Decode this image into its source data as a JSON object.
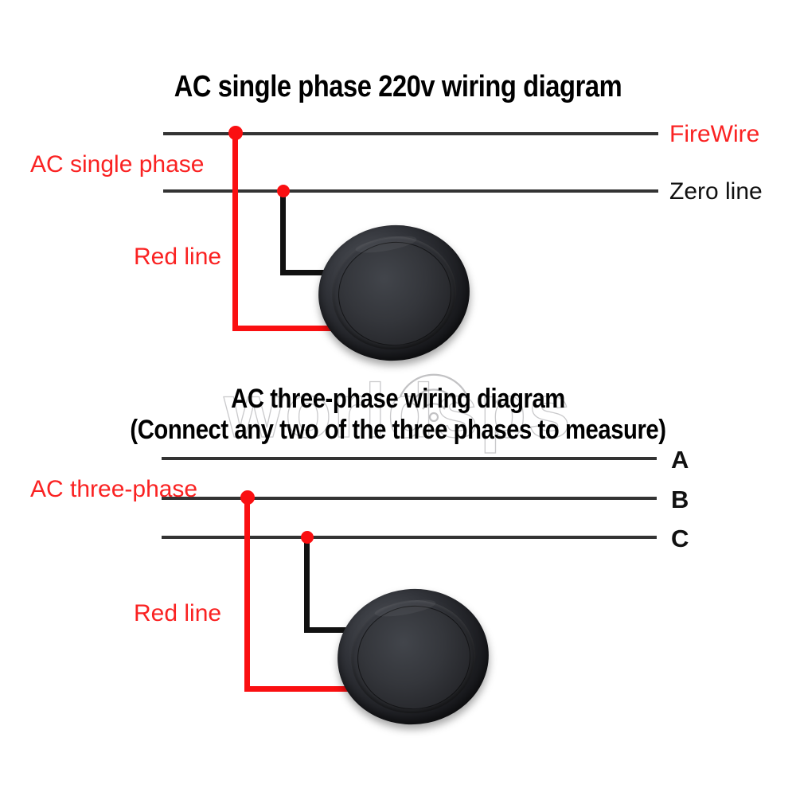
{
  "diagram": {
    "type": "wiring-diagram",
    "background": "#ffffff",
    "wire_red": "#fa0f11",
    "wire_black": "#111111",
    "bus_line": "#333333",
    "label_red": "#fa2222",
    "label_black": "#111111"
  },
  "top_section": {
    "title": "AC single phase 220v wiring diagram",
    "source_label": "AC single phase",
    "red_wire_label": "Red line",
    "bus_lines": [
      {
        "name": "FireWire",
        "label": "FireWire",
        "label_color": "#fa2222",
        "connects_to": "red-wire"
      },
      {
        "name": "Zero line",
        "label": "Zero line",
        "label_color": "#111111",
        "connects_to": "black-wire"
      }
    ],
    "device": {
      "name": "round-panel-meter",
      "shape": "circular",
      "color": "#2a2c31",
      "leads": [
        "red",
        "black"
      ]
    }
  },
  "bottom_section": {
    "title_line_1": "AC three-phase wiring diagram",
    "title_line_2": "(Connect any two of the three phases to measure)",
    "source_label": "AC three-phase",
    "red_wire_label": "Red line",
    "bus_lines": [
      {
        "name": "A",
        "label": "A",
        "label_color": "#111111",
        "connects_to": "none"
      },
      {
        "name": "B",
        "label": "B",
        "label_color": "#111111",
        "connects_to": "red-wire"
      },
      {
        "name": "C",
        "label": "C",
        "label_color": "#111111",
        "connects_to": "black-wire"
      }
    ],
    "device": {
      "name": "round-panel-meter",
      "shape": "circular",
      "color": "#2a2c31",
      "leads": [
        "red",
        "black"
      ]
    }
  },
  "watermark": {
    "text": "worldsps",
    "icon": "signal-arcs-icon"
  }
}
